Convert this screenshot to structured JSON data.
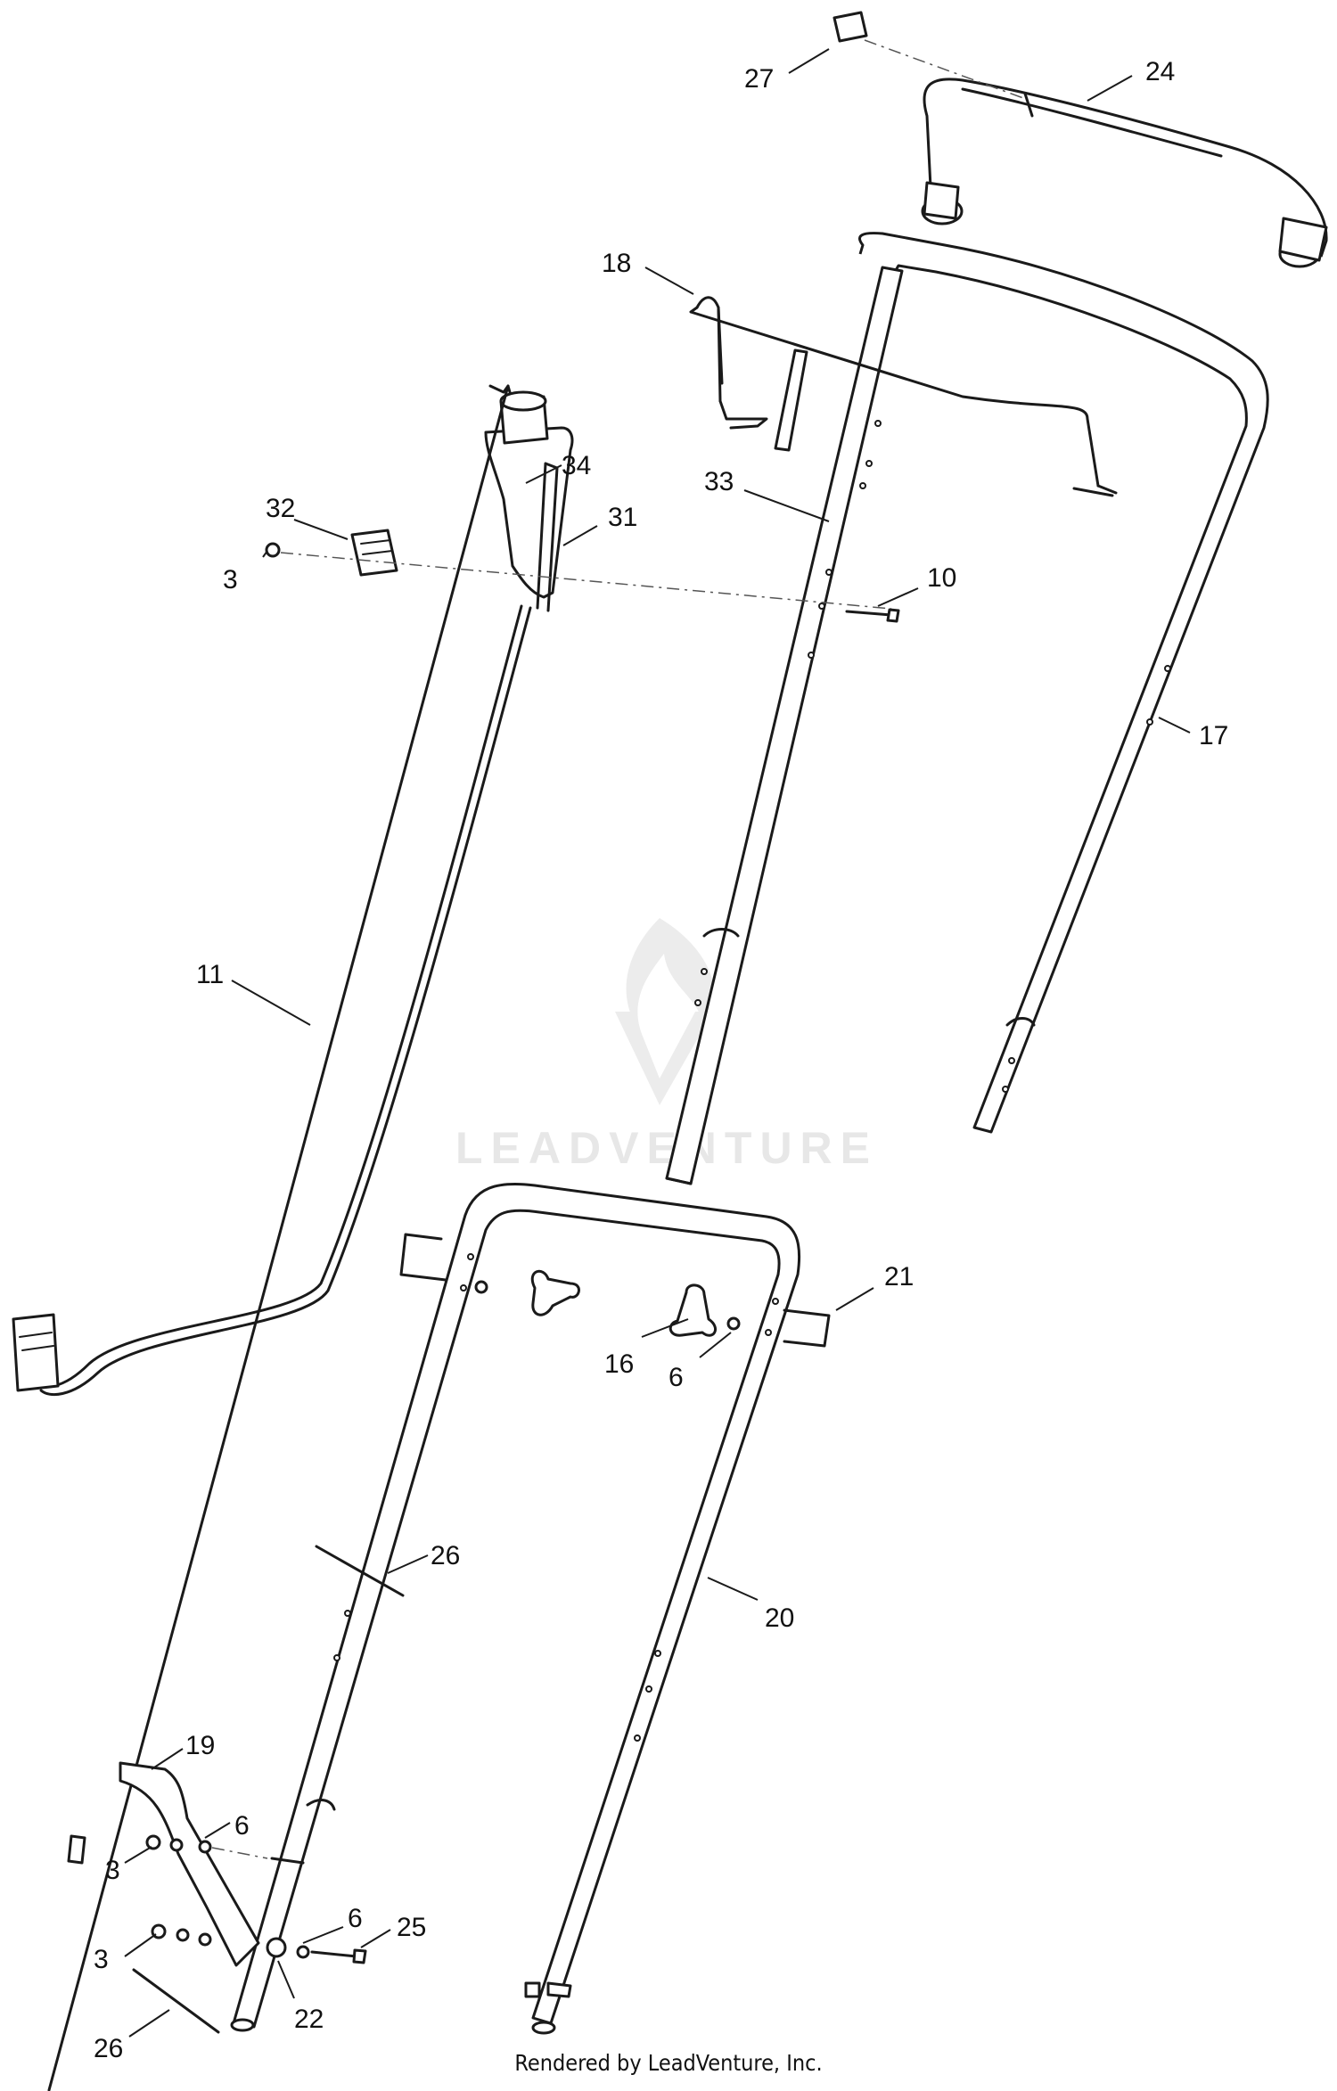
{
  "watermark": {
    "text": "LEADVENTURE"
  },
  "footer": {
    "text": "Rendered by LeadVenture, Inc."
  },
  "callouts": [
    {
      "id": "c27",
      "text": "27"
    },
    {
      "id": "c24",
      "text": "24"
    },
    {
      "id": "c18",
      "text": "18"
    },
    {
      "id": "c34",
      "text": "34"
    },
    {
      "id": "c32",
      "text": "32"
    },
    {
      "id": "c31",
      "text": "31"
    },
    {
      "id": "c33",
      "text": "33"
    },
    {
      "id": "c3a",
      "text": "3"
    },
    {
      "id": "c10",
      "text": "10"
    },
    {
      "id": "c17",
      "text": "17"
    },
    {
      "id": "c11",
      "text": "11"
    },
    {
      "id": "c21",
      "text": "21"
    },
    {
      "id": "c16",
      "text": "16"
    },
    {
      "id": "c6a",
      "text": "6"
    },
    {
      "id": "c26a",
      "text": "26"
    },
    {
      "id": "c20",
      "text": "20"
    },
    {
      "id": "c19",
      "text": "19"
    },
    {
      "id": "c6b",
      "text": "6"
    },
    {
      "id": "c3b",
      "text": "3"
    },
    {
      "id": "c6c",
      "text": "6"
    },
    {
      "id": "c25",
      "text": "25"
    },
    {
      "id": "c3c",
      "text": "3"
    },
    {
      "id": "c22",
      "text": "22"
    },
    {
      "id": "c26b",
      "text": "26"
    }
  ]
}
